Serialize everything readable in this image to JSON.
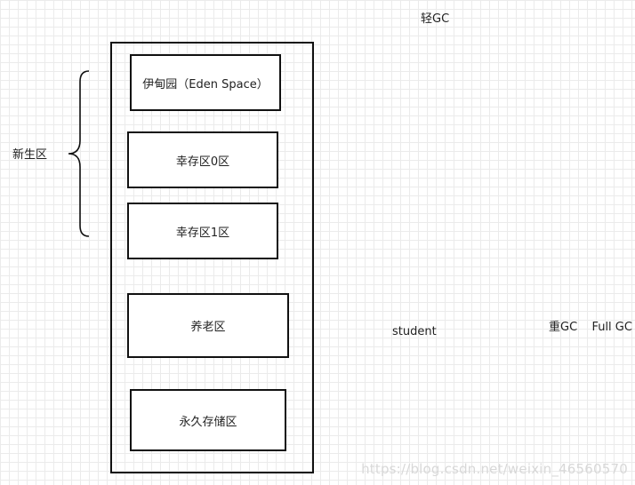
{
  "labels": {
    "minor_gc": "轻GC",
    "young_gen": "新生区",
    "student": "student",
    "major_gc": "重GC",
    "full_gc": "Full GC"
  },
  "regions": {
    "eden": "伊甸园（Eden Space）",
    "survivor0": "幸存区0区",
    "survivor1": "幸存区1区",
    "old": "养老区",
    "perm": "永久存储区"
  },
  "watermark": "https://blog.csdn.net/weixin_46560570"
}
